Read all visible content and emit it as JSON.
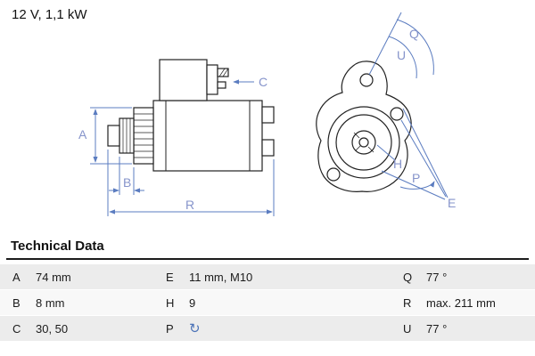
{
  "header": {
    "rating": "12 V, 1,1 kW"
  },
  "diagram": {
    "labels": {
      "A": "A",
      "B": "B",
      "C": "C",
      "R": "R",
      "Q": "Q",
      "U": "U",
      "H": "H",
      "P": "P",
      "E": "E"
    }
  },
  "technical_data": {
    "title": "Technical Data",
    "rows": [
      [
        {
          "key": "A",
          "value": "74 mm"
        },
        {
          "key": "E",
          "value": "11 mm, M10"
        },
        {
          "key": "Q",
          "value": "77 °"
        }
      ],
      [
        {
          "key": "B",
          "value": "8 mm"
        },
        {
          "key": "H",
          "value": "9"
        },
        {
          "key": "R",
          "value": "max. 211 mm"
        }
      ],
      [
        {
          "key": "C",
          "value": "30, 50"
        },
        {
          "key": "P",
          "value": "↻"
        },
        {
          "key": "U",
          "value": "77 °"
        }
      ]
    ]
  }
}
